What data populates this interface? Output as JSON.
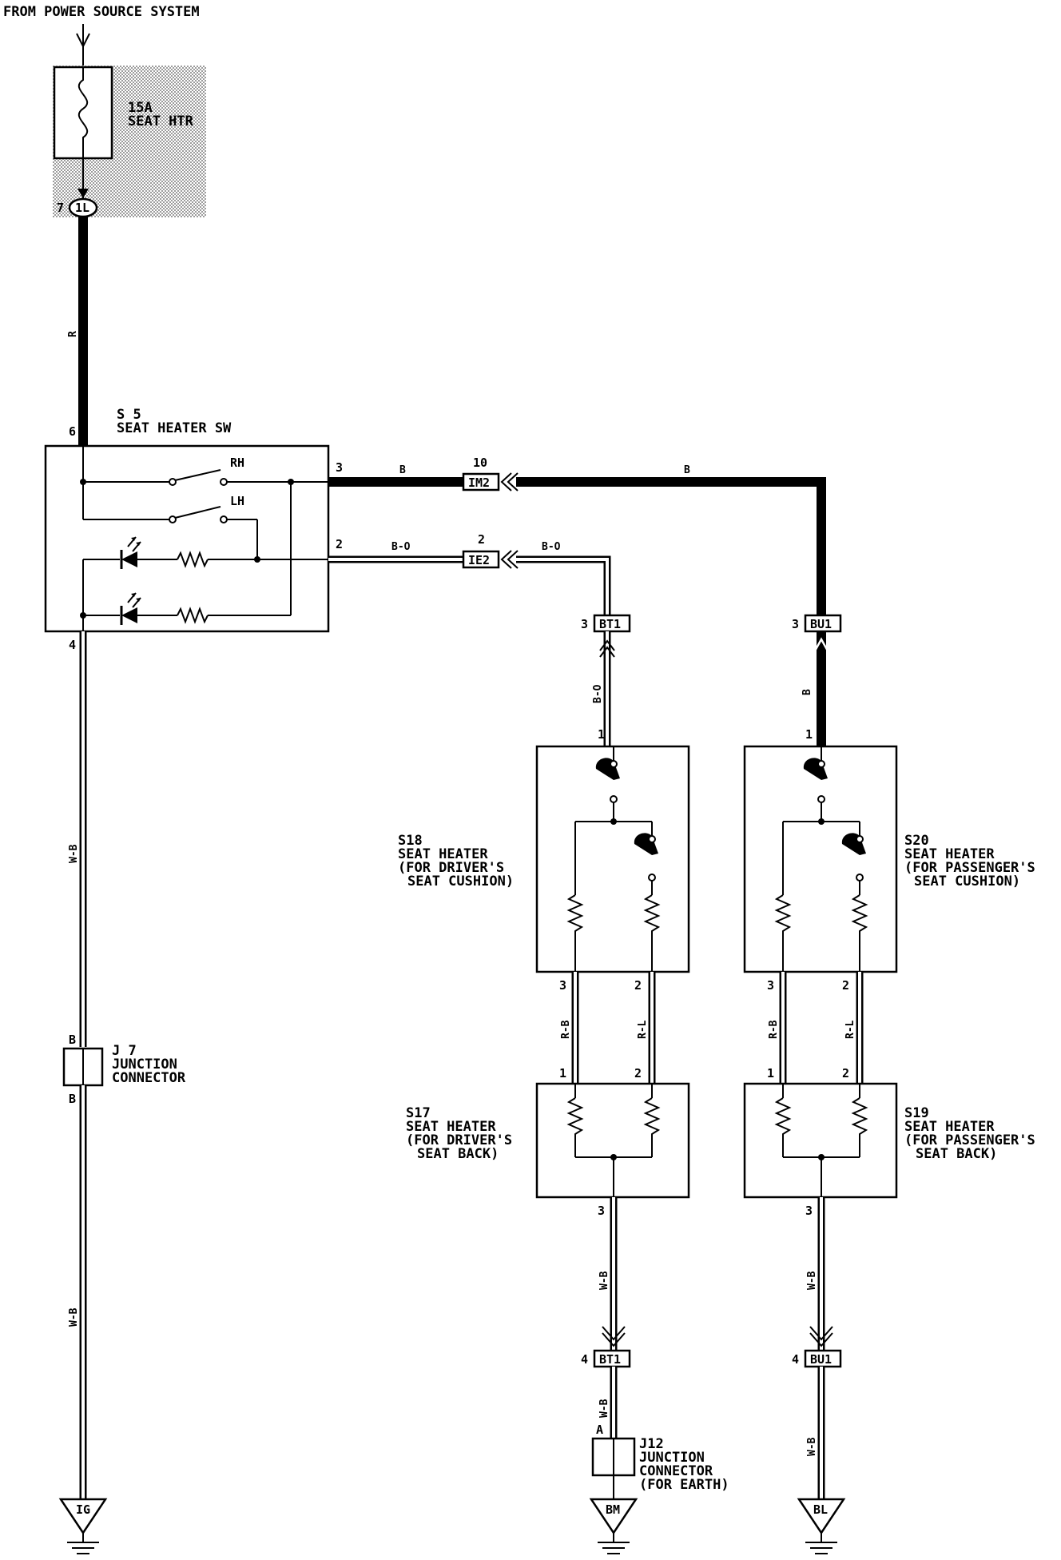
{
  "source": {
    "label": "FROM POWER SOURCE SYSTEM"
  },
  "fuse": {
    "rating": "15A",
    "name": "SEAT HTR",
    "connector": "1L",
    "pin": "7"
  },
  "wires": {
    "r": "R",
    "b": "B",
    "bo": "B-O",
    "wb": "W-B",
    "rb": "R-B",
    "rl": "R-L"
  },
  "switch": {
    "id": "S 5",
    "name": "SEAT HEATER SW",
    "pin_in": "6",
    "pin_b": "3",
    "pin_bo": "2",
    "pin_gnd": "4",
    "rh": "RH",
    "lh": "LH"
  },
  "connectors": {
    "im2": {
      "id": "IM2",
      "pin": "10"
    },
    "ie2": {
      "id": "IE2",
      "pin": "2"
    },
    "bt1_top": {
      "id": "BT1",
      "pin": "3"
    },
    "bu1_top": {
      "id": "BU1",
      "pin": "3"
    },
    "bt1_bot": {
      "id": "BT1",
      "pin": "4"
    },
    "bu1_bot": {
      "id": "BU1",
      "pin": "4"
    }
  },
  "heaters": {
    "s18": {
      "id": "S18",
      "line1": "SEAT HEATER",
      "line2": "(FOR DRIVER'S",
      "line3": "SEAT CUSHION)",
      "pin1": "1",
      "pin3": "3",
      "pin2": "2"
    },
    "s20": {
      "id": "S20",
      "line1": "SEAT HEATER",
      "line2": "(FOR PASSENGER'S",
      "line3": "SEAT CUSHION)",
      "pin1": "1",
      "pin3": "3",
      "pin2": "2"
    },
    "s17": {
      "id": "S17",
      "line1": "SEAT HEATER",
      "line2": "(FOR DRIVER'S",
      "line3": "SEAT BACK)",
      "pin1": "1",
      "pin2": "2",
      "pin3": "3"
    },
    "s19": {
      "id": "S19",
      "line1": "SEAT HEATER",
      "line2": "(FOR PASSENGER'S",
      "line3": "SEAT BACK)",
      "pin1": "1",
      "pin2": "2",
      "pin3": "3"
    }
  },
  "junctions": {
    "j7": {
      "id": "J 7",
      "line1": "JUNCTION",
      "line2": "CONNECTOR",
      "pin_top": "B",
      "pin_bot": "B"
    },
    "j12": {
      "id": "J12",
      "line1": "JUNCTION",
      "line2": "CONNECTOR",
      "line3": "(FOR EARTH)",
      "pin": "A"
    }
  },
  "grounds": {
    "ig": "IG",
    "bm": "BM",
    "bl": "BL"
  }
}
